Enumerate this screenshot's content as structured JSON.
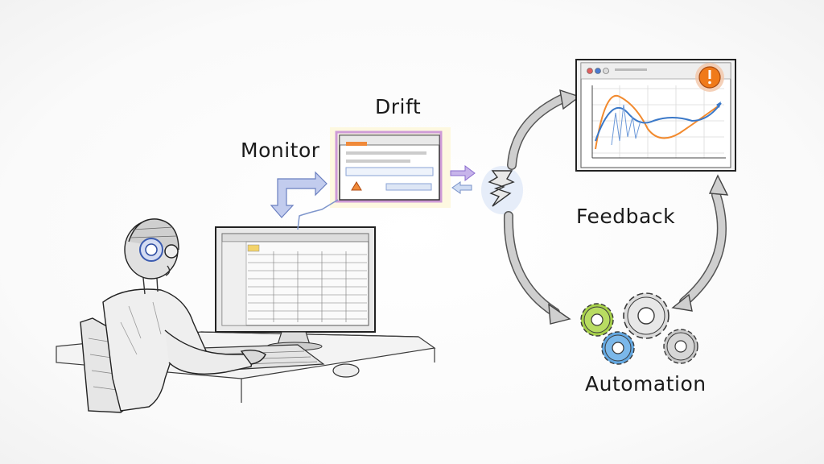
{
  "labels": {
    "drift": "Drift",
    "monitor": "Monitor",
    "feedback": "Feedback",
    "automation": "Automation"
  },
  "icons": [
    "robot-figure",
    "desktop-monitor",
    "drift-alert-window",
    "connector-icon",
    "chart-window",
    "warning-icon",
    "gears-icon"
  ],
  "colors": {
    "sketch": "#2a2a2a",
    "arrow_blue": "#8fa4d6",
    "arrow_purple": "#a78ad6",
    "gear_green": "#9ccc3a",
    "gear_blue": "#5aa0de",
    "gear_grey": "#9a9a9a",
    "alert_orange": "#f07a1a",
    "line_orange": "#f28a2e",
    "line_blue": "#3a78c8"
  }
}
